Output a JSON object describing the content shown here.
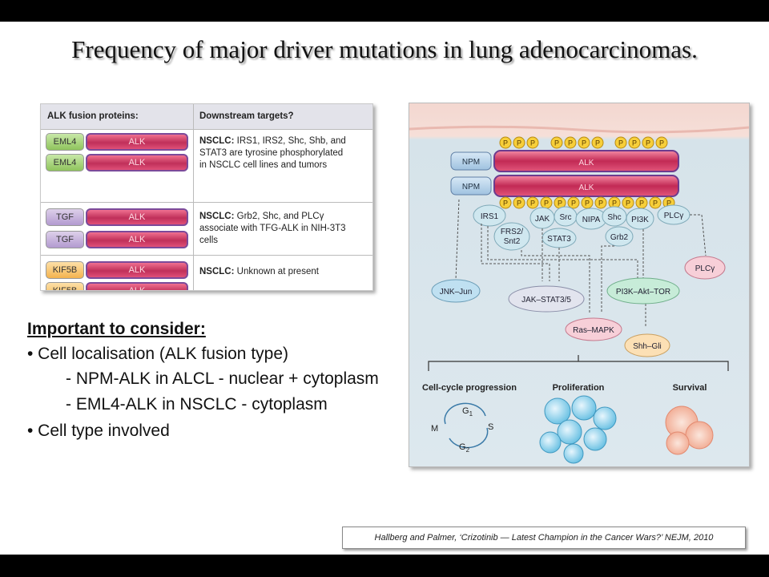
{
  "title": "Frequency of major driver mutations in lung adenocarcinomas.",
  "table": {
    "col1_header": "ALK fusion proteins:",
    "col2_header": "Downstream targets?",
    "rows": [
      {
        "partner": "EML4",
        "alk": "ALK",
        "lead": "NSCLC:",
        "text_lines": [
          "IRS1, IRS2, Shc, Shb, and",
          "STAT3 are tyrosine phosphorylated",
          "in NSCLC cell lines and tumors"
        ]
      },
      {
        "partner": "TGF",
        "alk": "ALK",
        "lead": "NSCLC:",
        "text_lines": [
          "Grb2, Shc, and PLCγ",
          "associate with TFG-ALK in NIH-3T3",
          "cells"
        ]
      },
      {
        "partner": "KIF5B",
        "alk": "ALK",
        "lead": "NSCLC:",
        "text_lines": [
          "Unknown at present"
        ]
      }
    ]
  },
  "bullets": {
    "heading": "Important to consider:",
    "b1": "• Cell localisation (ALK fusion type)",
    "b1a": "- NPM-ALK in ALCL - nuclear + cytoplasm",
    "b1b": "- EML4-ALK in NSCLC - cytoplasm",
    "b2": "• Cell type involved"
  },
  "diagram": {
    "p_label": "P",
    "npm": "NPM",
    "alk": "ALK",
    "adaptors": [
      "IRS1",
      "FRS2/",
      "Snt2",
      "JAK",
      "Src",
      "STAT3",
      "NIPA",
      "Shc",
      "PI3K",
      "Grb2",
      "PLCγ"
    ],
    "pathways": {
      "jnk": "JNK–Jun",
      "jakstat": "JAK–STAT3/5",
      "pi3k": "PI3K–Akt–TOR",
      "plcg": "PLCγ",
      "ras": "Ras–MAPK",
      "shh": "Shh–Gli"
    },
    "outcomes": [
      "Cell-cycle progression",
      "Proliferation",
      "Survival"
    ],
    "cycle": {
      "g1": "G",
      "g1sub": "1",
      "s": "S",
      "g2": "G",
      "g2sub": "2",
      "m": "M"
    }
  },
  "citation": "Hallberg and Palmer, ‘Crizotinib — Latest Champion in the Cancer Wars?’ NEJM, 2010"
}
